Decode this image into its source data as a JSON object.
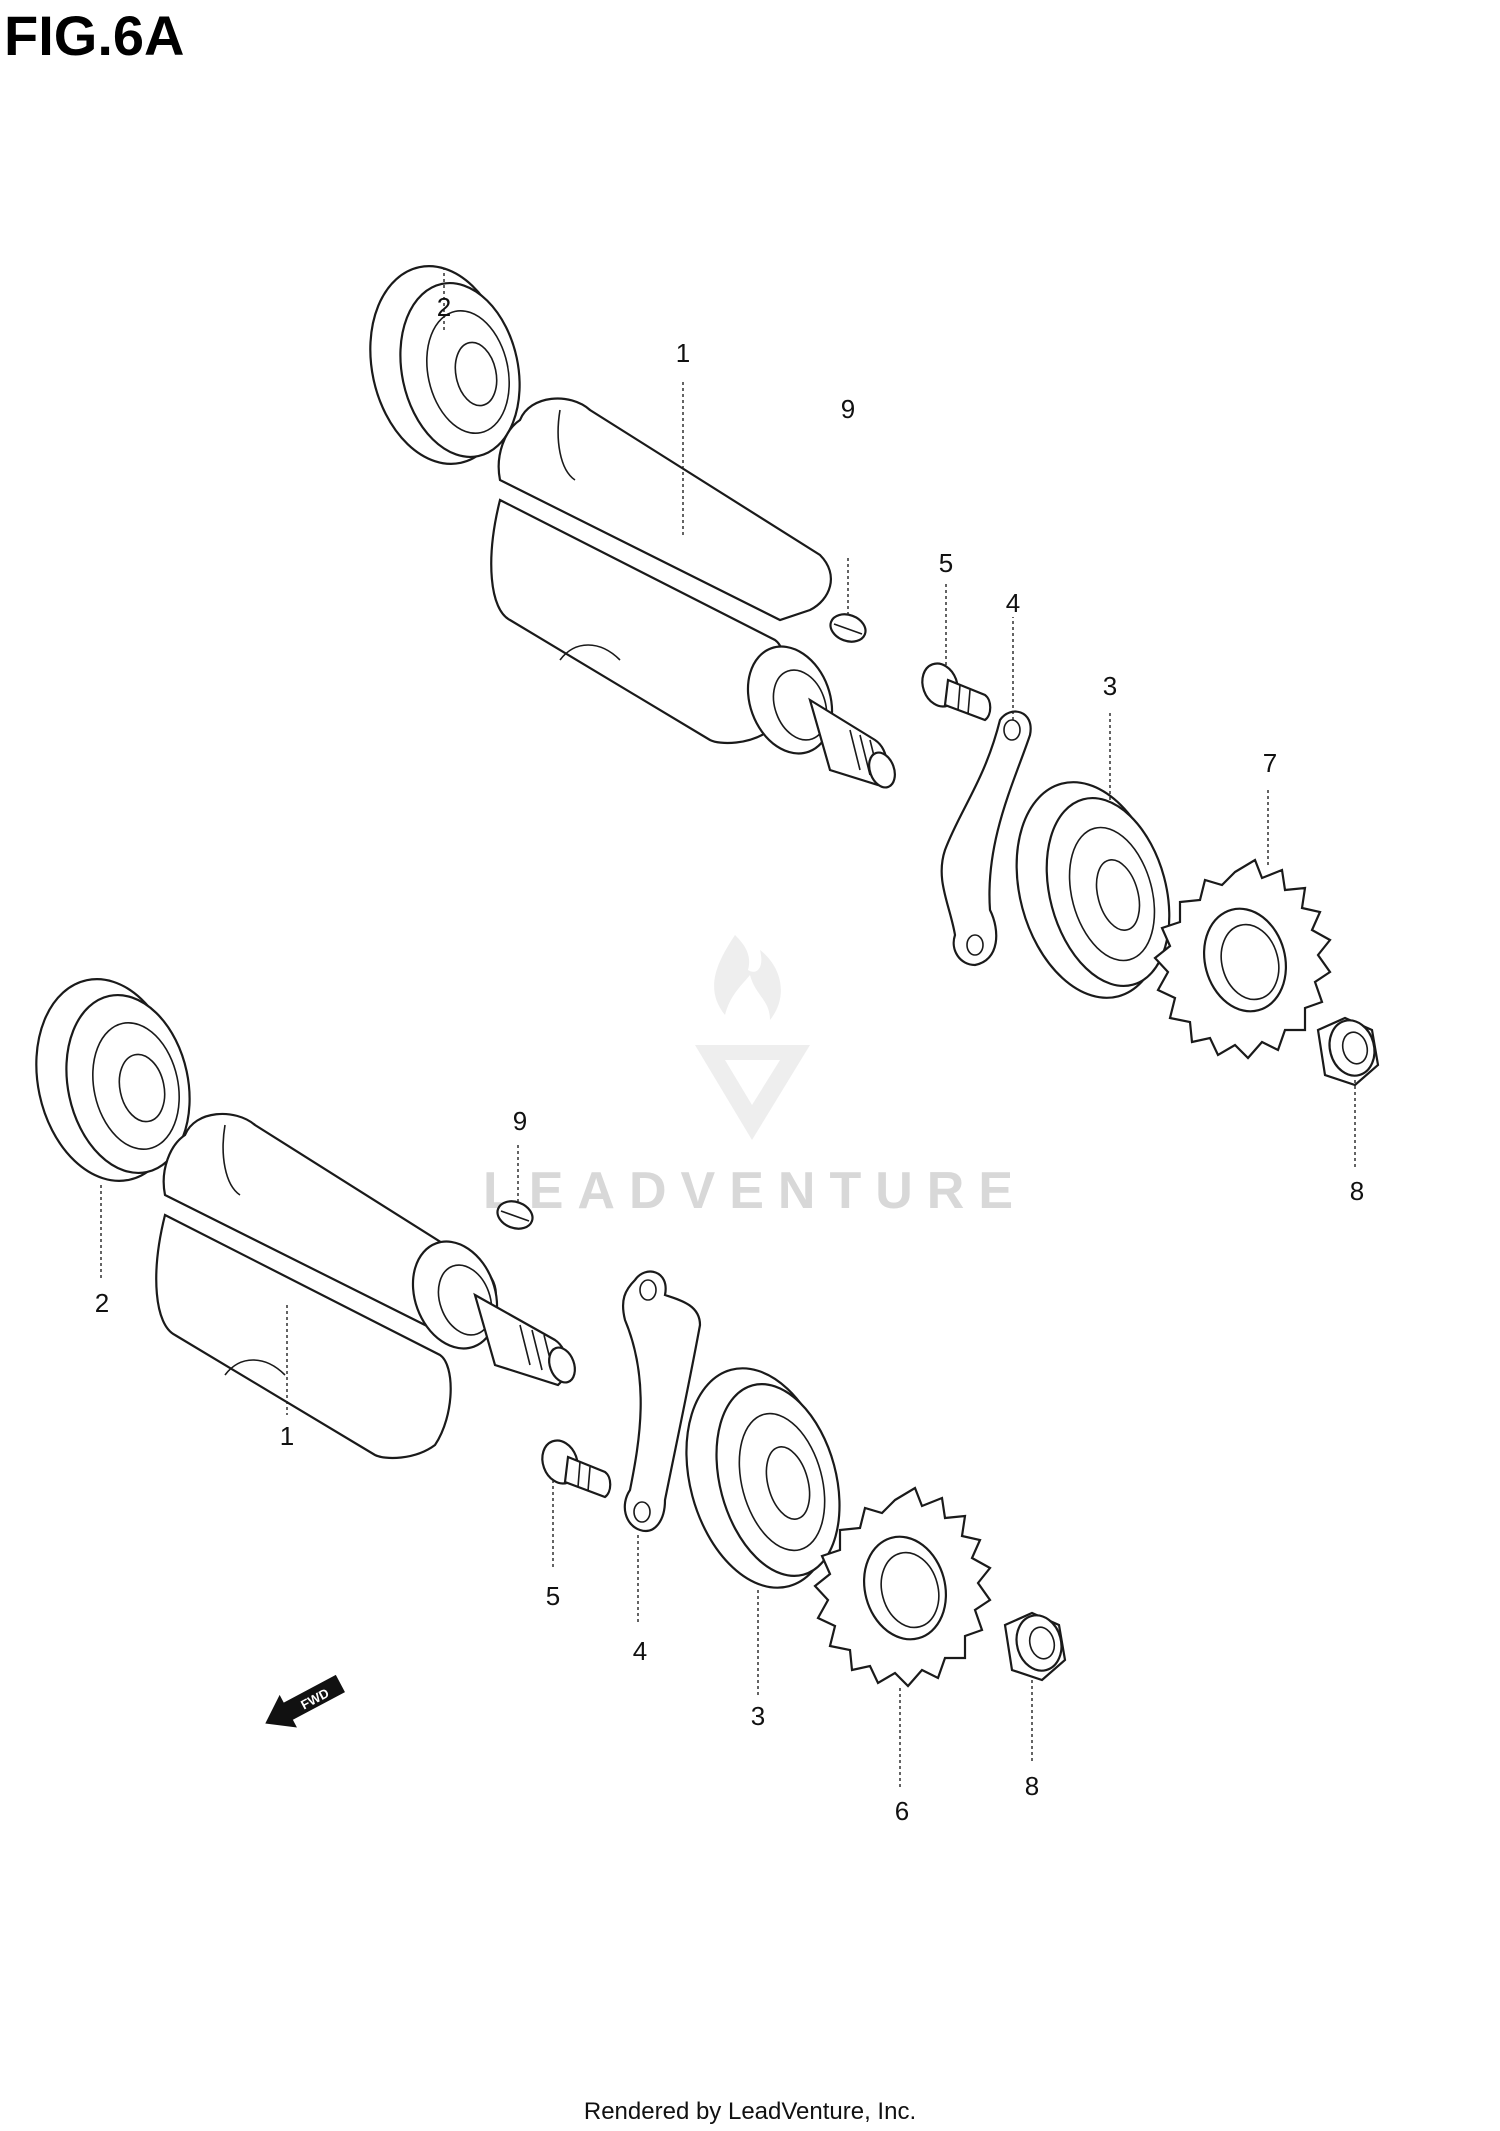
{
  "figure_title": "FIG.6A",
  "fwd_label": "FWD",
  "watermark_text": "LEADVENTURE",
  "footer_text": "Rendered by LeadVenture, Inc.",
  "callouts": {
    "upper": {
      "bearing_left": "2",
      "shaft": "1",
      "key": "9",
      "bolt": "5",
      "retainer": "4",
      "bearing_right": "3",
      "gear": "7",
      "nut": "8"
    },
    "lower": {
      "bearing_left": "2",
      "shaft": "1",
      "key": "9",
      "bolt": "5",
      "retainer": "4",
      "bearing_right": "3",
      "gear": "6",
      "nut": "8"
    }
  },
  "colors": {
    "line": "#1a1a1a",
    "watermark": "#d8d8d8",
    "background": "#ffffff"
  }
}
